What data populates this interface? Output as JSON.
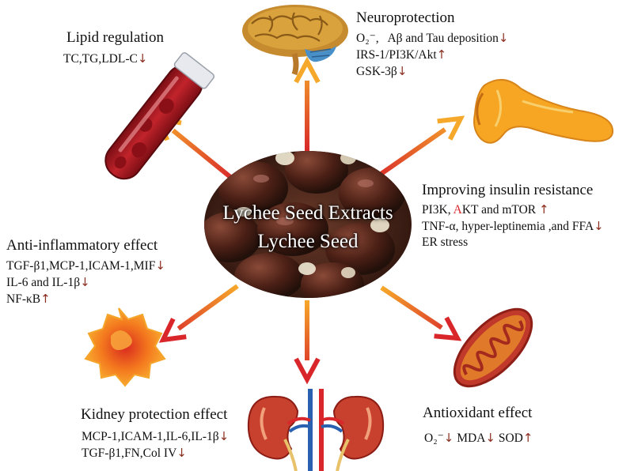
{
  "center": {
    "line1": "Lychee Seed Extracts",
    "line2": "Lychee Seed"
  },
  "up_arrow": "↑",
  "down_arrow": "↓",
  "neuro": {
    "title": "Neuroprotection",
    "l1a": "O₂⁻,",
    "l1b": "Aβ and Tau deposition",
    "l2": "IRS-1/PI3K/Akt",
    "l3": "GSK-3β"
  },
  "lipid": {
    "title": "Lipid regulation",
    "l1": "TC,TG,LDL-C"
  },
  "insulin": {
    "title": "Improving insulin resistance",
    "l1a": "PI3K, ",
    "l1b": "A",
    "l1c": "KT and mTOR",
    "l2": "TNF-α, hyper-leptinemia ,and FFA",
    "l3": "ER stress"
  },
  "inflam": {
    "title": "Anti-inflammatory effect",
    "l1": "TGF-β1,MCP-1,ICAM-1,MIF",
    "l2": "IL-6 and IL-1β",
    "l3": "NF-κB"
  },
  "kidney": {
    "title": "Kidney protection effect",
    "l1": "MCP-1,ICAM-1,IL-6,IL-1β",
    "l2": "TGF-β1,FN,Col IV"
  },
  "antiox": {
    "title": "Antioxidant effect",
    "a": "O₂⁻",
    "b": "MDA",
    "c": "SOD"
  },
  "colors": {
    "arrow_dark": "#d8262a",
    "arrow_light": "#f6a82a",
    "text_arrow": "#8b2e1f"
  }
}
